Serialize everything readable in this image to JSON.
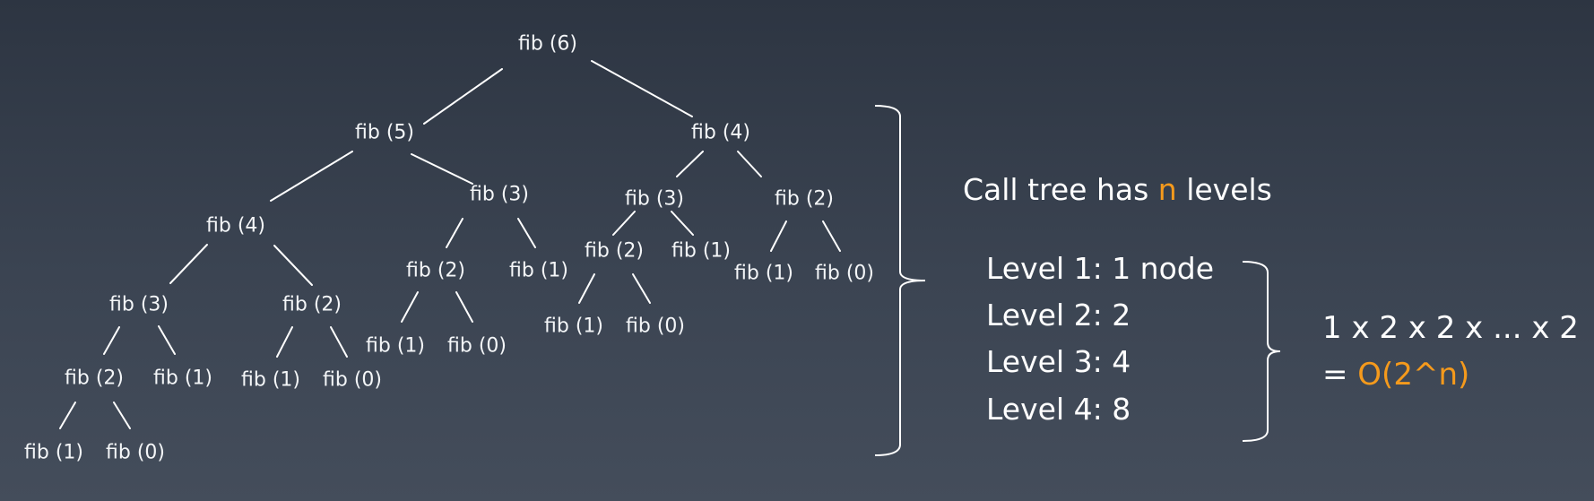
{
  "colors": {
    "accent": "#f59a1c",
    "text": "#ffffff",
    "line": "#ffffff"
  },
  "tree": {
    "nodes": [
      {
        "id": "n6",
        "label": "fib (6)"
      },
      {
        "id": "n5",
        "label": "fib (5)"
      },
      {
        "id": "n4r",
        "label": "fib (4)"
      },
      {
        "id": "n4l",
        "label": "fib (4)"
      },
      {
        "id": "n3m",
        "label": "fib (3)"
      },
      {
        "id": "n3ll",
        "label": "fib (3)"
      },
      {
        "id": "n2lr",
        "label": "fib (2)"
      },
      {
        "id": "n2ll",
        "label": "fib (2)"
      },
      {
        "id": "n1lla",
        "label": "fib (1)"
      },
      {
        "id": "n1lll",
        "label": "fib (1)"
      },
      {
        "id": "n0lll",
        "label": "fib (0)"
      },
      {
        "id": "n1lra",
        "label": "fib (1)"
      },
      {
        "id": "n0lra",
        "label": "fib (0)"
      },
      {
        "id": "n2m",
        "label": "fib (2)"
      },
      {
        "id": "n1m",
        "label": "fib (1)"
      },
      {
        "id": "n1ma",
        "label": "fib (1)"
      },
      {
        "id": "n0ma",
        "label": "fib (0)"
      },
      {
        "id": "n3r",
        "label": "fib (3)"
      },
      {
        "id": "n2r",
        "label": "fib (2)"
      },
      {
        "id": "n2ra",
        "label": "fib (2)"
      },
      {
        "id": "n1ra",
        "label": "fib (1)"
      },
      {
        "id": "n1rb",
        "label": "fib (1)"
      },
      {
        "id": "n0rb",
        "label": "fib (0)"
      },
      {
        "id": "n1rc",
        "label": "fib (1)"
      },
      {
        "id": "n0rc",
        "label": "fib (0)"
      }
    ]
  },
  "summary": {
    "heading_prefix": "Call tree has ",
    "heading_var": "n",
    "heading_suffix": " levels",
    "levels": [
      "Level 1: 1 node",
      "Level 2: 2",
      "Level 3: 4",
      "Level 4: 8"
    ],
    "product_line": "1 x 2 x 2 x ... x 2",
    "result_prefix": "= ",
    "result_value": "O(2^n)"
  }
}
